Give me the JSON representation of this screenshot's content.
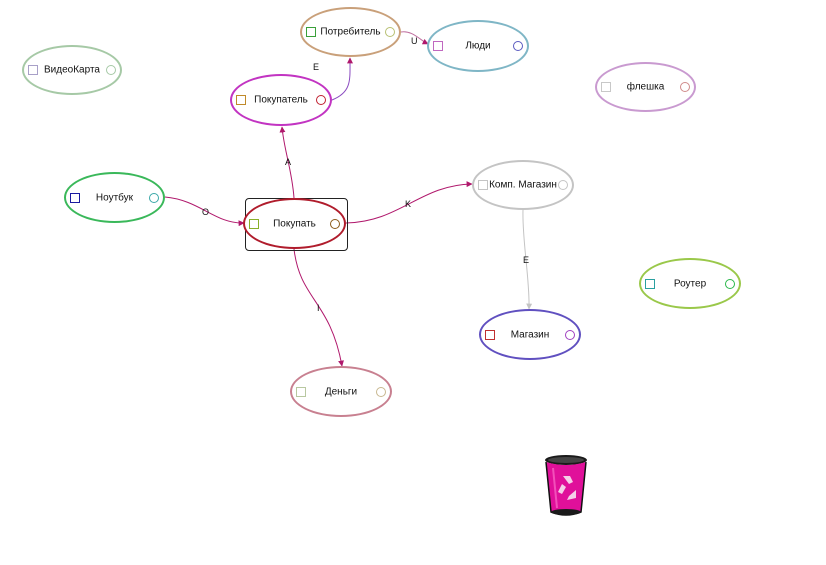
{
  "nodes": [
    {
      "id": "videokarta",
      "label": "ВидеоКарта",
      "border": "#a6c9a6",
      "in": "#a8a0c8",
      "out": "#a6c9a6"
    },
    {
      "id": "potrebitel",
      "label": "Потребитель",
      "border": "#c9a07a",
      "in": "#3aa03a",
      "out": "#b8c072"
    },
    {
      "id": "lyudi",
      "label": "Люди",
      "border": "#7fb6c6",
      "in": "#c068c0",
      "out": "#5a5ac0"
    },
    {
      "id": "fleshka",
      "label": "флешка",
      "border": "#c99ad0",
      "in": "#c8c8c8",
      "out": "#d08a8a"
    },
    {
      "id": "pokupatel",
      "label": "Покупатель",
      "border": "#c234c2",
      "in": "#c08a2a",
      "out": "#c02030"
    },
    {
      "id": "noutbuk",
      "label": "Ноутбук",
      "border": "#3ab85a",
      "in": "#1a1aa0",
      "out": "#3aa8a8"
    },
    {
      "id": "pokupat",
      "label": "Покупать",
      "border": "#b01c2c",
      "in": "#8ab02a",
      "out": "#8a5a1a"
    },
    {
      "id": "komp_magazin",
      "label": "Комп. Магазин",
      "border": "#c4c4c4",
      "in": "#c4c4c4",
      "out": "#c4c4c4"
    },
    {
      "id": "router",
      "label": "Роутер",
      "border": "#9ac84a",
      "in": "#2aa0a0",
      "out": "#2ab84a"
    },
    {
      "id": "magazin",
      "label": "Магазин",
      "border": "#6050c0",
      "in": "#c03030",
      "out": "#a040c0"
    },
    {
      "id": "dengi",
      "label": "Деньги",
      "border": "#c88090",
      "in": "#b8c8a0",
      "out": "#c8b890"
    }
  ],
  "edges": [
    {
      "from": "pokupat",
      "to": "pokupatel",
      "label": "A",
      "color": "#b0186c"
    },
    {
      "from": "pokupatel",
      "to": "potrebitel",
      "label": "E",
      "color": "#8a4ac0"
    },
    {
      "from": "potrebitel",
      "to": "lyudi",
      "label": "U",
      "color": "#c070a0"
    },
    {
      "from": "noutbuk",
      "to": "pokupat",
      "label": "O",
      "color": "#b0186c"
    },
    {
      "from": "pokupat",
      "to": "komp_magazin",
      "label": "K",
      "color": "#b0186c"
    },
    {
      "from": "komp_magazin",
      "to": "magazin",
      "label": "E",
      "color": "#c4c4c4"
    },
    {
      "from": "pokupat",
      "to": "dengi",
      "label": "I",
      "color": "#b0186c"
    }
  ],
  "selected_node": "pokupat",
  "trash": {
    "icon": "recycle-bin-icon",
    "color": "#e0109a"
  }
}
